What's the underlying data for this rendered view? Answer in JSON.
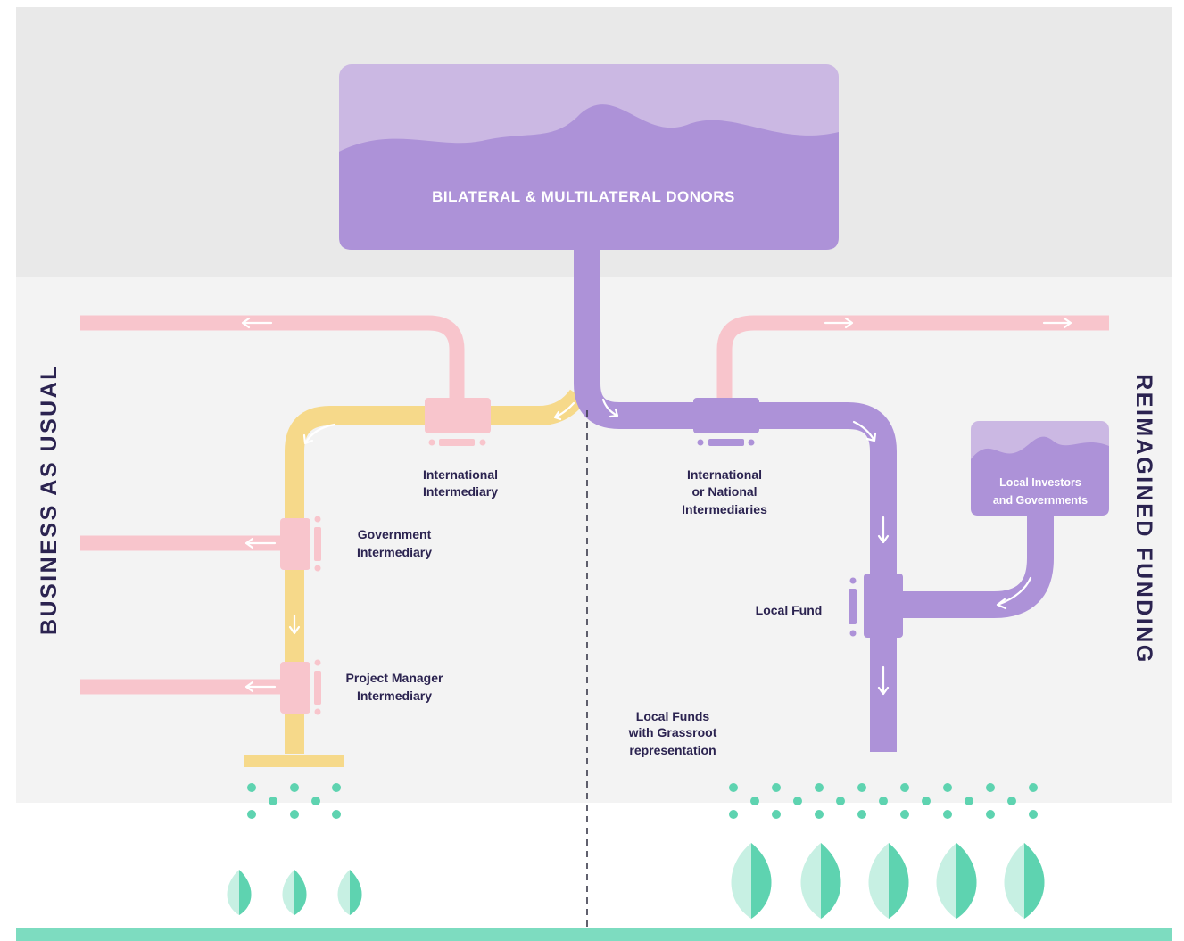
{
  "donors": {
    "label": "BILATERAL & MULTILATERAL DONORS"
  },
  "left_side": {
    "title": "BUSINESS AS USUAL",
    "international_intermediary": [
      "International",
      "Intermediary"
    ],
    "government_intermediary": [
      "Government",
      "Intermediary"
    ],
    "project_manager_intermediary": [
      "Project Manager",
      "Intermediary"
    ]
  },
  "right_side": {
    "title": "REIMAGINED FUNDING",
    "intermediaries": [
      "International",
      "or National",
      "Intermediaries"
    ],
    "local_investors": [
      "Local Investors",
      "and Governments"
    ],
    "local_fund": "Local Fund",
    "grassroot": [
      "Local Funds",
      "with Grassroot",
      "representation"
    ]
  },
  "colors": {
    "donor_purple": "#ad92d8",
    "donor_light": "#cbb8e3",
    "leak_pink": "#f8c5cc",
    "flow_yellow": "#f6d98a",
    "drops_green": "#5ed3b0",
    "ground_green": "#7ddcc0",
    "text_navy": "#2b2350"
  }
}
